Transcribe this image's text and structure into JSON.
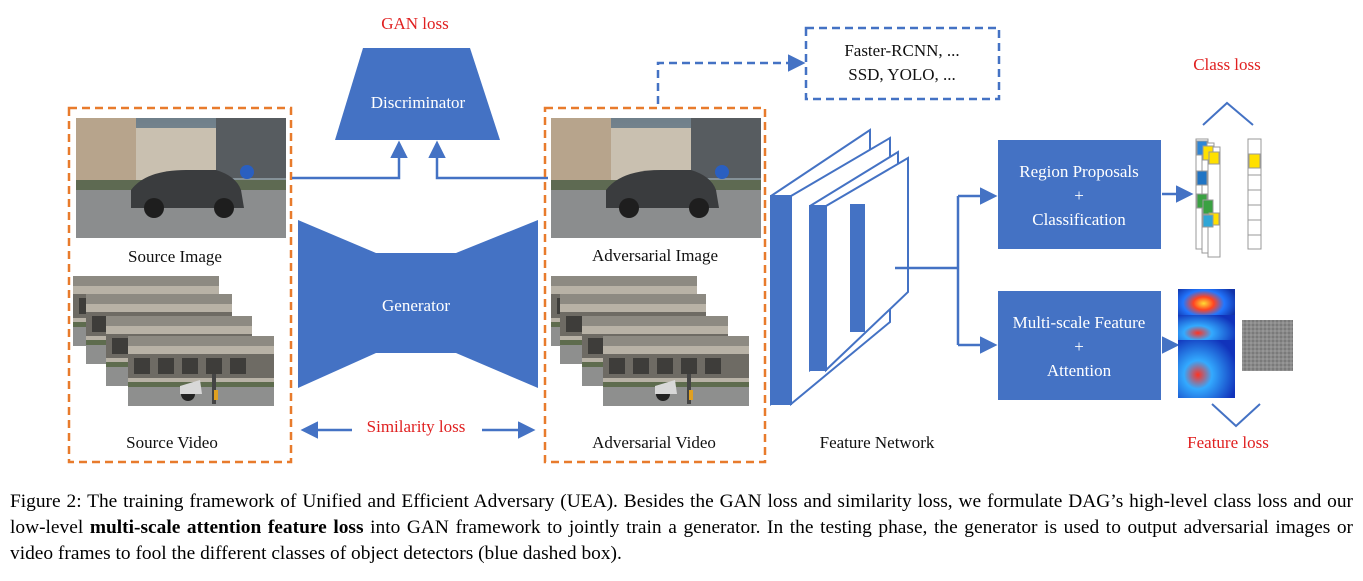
{
  "figure": {
    "gan_loss": "GAN loss",
    "discriminator": "Discriminator",
    "detectors_line1": "Faster-RCNN, ...",
    "detectors_line2": "SSD, YOLO, ...",
    "class_loss": "Class loss",
    "source_image": "Source Image",
    "source_video": "Source Video",
    "generator": "Generator",
    "similarity_loss": "Similarity loss",
    "adversarial_image": "Adversarial Image",
    "adversarial_video": "Adversarial Video",
    "feature_network": "Feature Network",
    "region_line1": "Region Proposals",
    "region_line2": "+",
    "region_line3": "Classification",
    "multiscale_line1": "Multi-scale Feature",
    "multiscale_line2": "+",
    "multiscale_line3": "Attention",
    "feature_loss": "Feature loss"
  },
  "colors": {
    "blue": "#4472c4",
    "orange": "#e87b2c",
    "red": "#e02020"
  },
  "caption": {
    "part1": "Figure 2: The training framework of Unified and Efficient Adversary (UEA). Besides the GAN loss and similarity loss, we formulate DAG’s high-level class loss and our low-level ",
    "bold": "multi-scale attention feature loss",
    "part2": " into GAN framework to jointly train a generator. In the testing phase, the generator is used to output adversarial images or video frames to fool the different classes of object detectors (blue dashed box)."
  }
}
